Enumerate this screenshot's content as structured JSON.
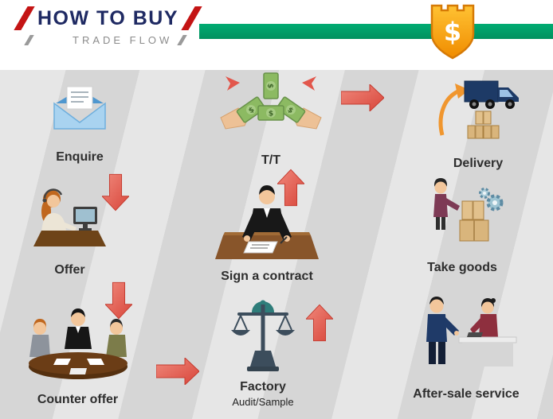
{
  "header": {
    "title": "HOW TO BUY",
    "subtitle": "TRADE FLOW",
    "shield_symbol": "$"
  },
  "icons": {
    "currency_symbol": "$"
  },
  "steps": [
    {
      "key": "enquire",
      "label": "Enquire",
      "icon": "envelope-icon"
    },
    {
      "key": "tt",
      "label": "T/T",
      "icon": "money-transfer-icon"
    },
    {
      "key": "delivery",
      "label": "Delivery",
      "icon": "delivery-truck-icon"
    },
    {
      "key": "offer",
      "label": "Offer",
      "icon": "customer-service-computer-icon"
    },
    {
      "key": "sign_contract",
      "label": "Sign a contract",
      "icon": "contract-signing-icon"
    },
    {
      "key": "take_goods",
      "label": "Take goods",
      "icon": "goods-boxes-icon"
    },
    {
      "key": "counter_offer",
      "label": "Counter offer",
      "icon": "negotiation-table-icon"
    },
    {
      "key": "factory",
      "label": "Factory",
      "sublabel": "Audit/Sample",
      "icon": "balance-scale-icon"
    },
    {
      "key": "after_sale",
      "label": "After-sale service",
      "icon": "service-desk-icon"
    }
  ],
  "flow_order": [
    "enquire",
    "offer",
    "counter_offer",
    "factory",
    "sign_contract",
    "tt",
    "delivery",
    "take_goods",
    "after_sale"
  ],
  "arrows": [
    {
      "from": "tt",
      "to": "delivery",
      "direction": "right"
    },
    {
      "from": "enquire",
      "to": "offer",
      "direction": "down"
    },
    {
      "from": "sign_contract",
      "to": "tt",
      "direction": "up"
    },
    {
      "from": "offer",
      "to": "counter_offer",
      "direction": "down"
    },
    {
      "from": "factory",
      "to": "sign_contract",
      "direction": "up"
    },
    {
      "from": "counter_offer",
      "to": "factory",
      "direction": "right"
    }
  ],
  "colors": {
    "ribbon_green": "#00a06a",
    "title_navy": "#1f2a63",
    "slash_red": "#c41414",
    "arrow_red": "#e2574c",
    "shield_gold_light": "#ffc233",
    "shield_gold_dark": "#f08c00",
    "canvas_gray": "#d6d6d6",
    "label_dark": "#2e2e2e"
  }
}
